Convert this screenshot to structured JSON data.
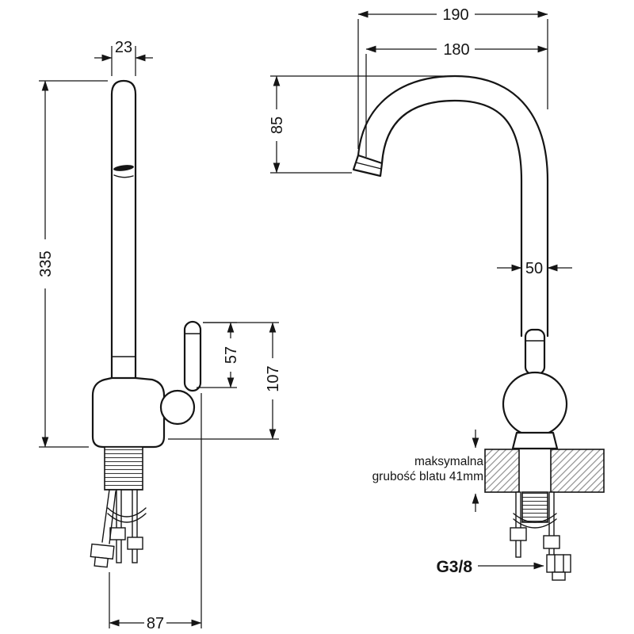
{
  "meta": {
    "type": "technical-dimensional-drawing",
    "subject": "kitchen faucet (two views: side and front)"
  },
  "side_view": {
    "spout_tube_width": "23",
    "total_height": "335",
    "lever_height": "57",
    "body_height": "107",
    "base_depth": "87"
  },
  "front_view": {
    "overall_reach": "190",
    "spout_reach": "180",
    "arc_drop": "85",
    "column_width": "50",
    "counter_note_line1": "maksymalna",
    "counter_note_line2": "grubość blatu 41mm",
    "connection_thread": "G3/8"
  },
  "colors": {
    "line": "#151515",
    "hatch": "#8f8f8f",
    "background": "#ffffff"
  }
}
